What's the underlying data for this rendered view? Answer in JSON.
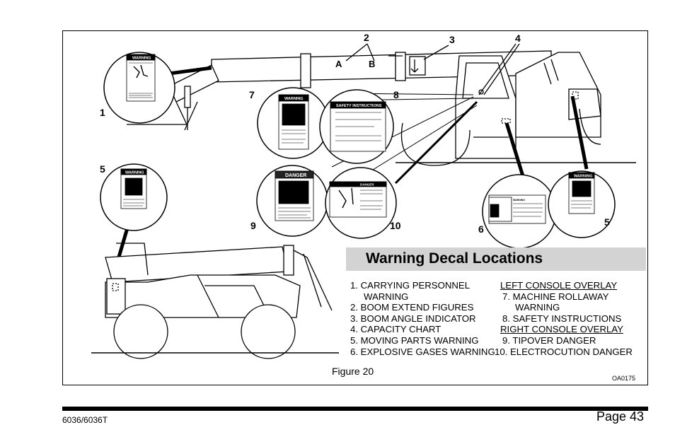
{
  "callouts": {
    "c1": "1",
    "c2": "2",
    "c3": "3",
    "c4": "4",
    "c5a": "5",
    "c5b": "5",
    "c6": "6",
    "c7": "7",
    "c8": "8",
    "c9": "9",
    "c10": "10",
    "label_a": "A",
    "label_b": "B"
  },
  "decals": {
    "warning": "WARNING",
    "danger": "DANGER",
    "safety_instructions": "SAFETY INSTRUCTIONS"
  },
  "title": "Warning Decal Locations",
  "legend_left": [
    "1. CARRYING PERSONNEL",
    "WARNING",
    "2. BOOM EXTEND FIGURES",
    "3. BOOM ANGLE INDICATOR",
    "4. CAPACITY CHART",
    "5. MOVING PARTS WARNING",
    "6. EXPLOSIVE GASES WARNING"
  ],
  "legend_right": [
    "LEFT CONSOLE OVERLAY",
    "7.  MACHINE ROLLAWAY",
    "WARNING",
    "8.  SAFETY INSTRUCTIONS",
    "RIGHT CONSOLE OVERLAY",
    "9.  TIPOVER DANGER",
    "10.  ELECTROCUTION DANGER"
  ],
  "figure_caption": "Figure 20",
  "figure_code": "OA0175",
  "footer": {
    "model": "6036/6036T",
    "page": "Page 43"
  }
}
